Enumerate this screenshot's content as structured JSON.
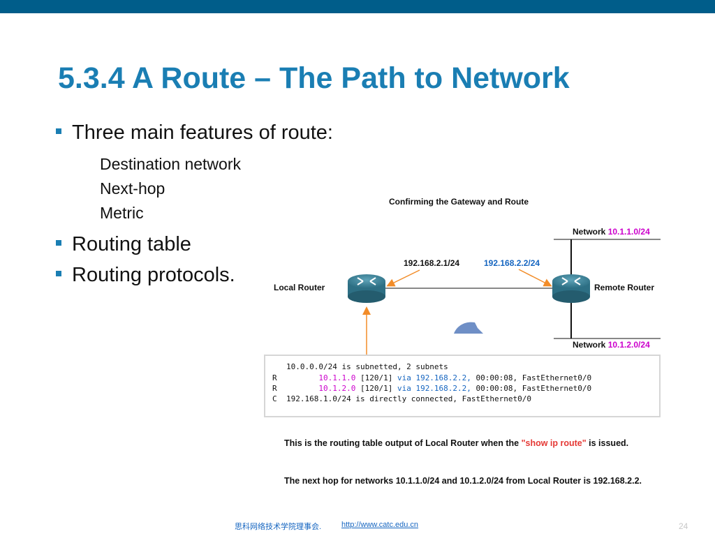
{
  "slide": {
    "title": "5.3.4 A Route – The Path to Network",
    "bullets": [
      {
        "text": "Three main features of route:",
        "subitems": [
          "Destination network",
          "Next-hop",
          "Metric"
        ]
      },
      {
        "text": "Routing table"
      },
      {
        "text": "Routing protocols."
      }
    ]
  },
  "diagram": {
    "title": "Confirming the Gateway and Route",
    "local_router": "Local Router",
    "remote_router": "Remote Router",
    "local_ip": "192.168.2.1/24",
    "remote_ip": "192.168.2.2/24",
    "network_top_label": "Network",
    "network_top_addr": "10.1.1.0/24",
    "network_bottom_label": "Network",
    "network_bottom_addr": "10.1.2.0/24"
  },
  "routing_table": {
    "header": "10.0.0.0/24 is subnetted, 2 subnets",
    "rows": [
      {
        "code": "R",
        "net": "10.1.1.0",
        "metric": "[120/1]",
        "via": "via 192.168.2.2,",
        "rest": "00:00:08, FastEthernet0/0"
      },
      {
        "code": "R",
        "net": "10.1.2.0",
        "metric": "[120/1]",
        "via": "via 192.168.2.2,",
        "rest": "00:00:08, FastEthernet0/0"
      }
    ],
    "connected": {
      "code": "C",
      "text": "192.168.1.0/24 is directly connected, FastEthernet0/0"
    }
  },
  "caption": {
    "line1_before": "This is the routing table output of Local Router when the ",
    "line1_quote": "\"show ip route\"",
    "line1_after": " is issued.",
    "line2": "The next hop for networks 10.1.1.0/24 and 10.1.2.0/24 from Local Router is 192.168.2.2."
  },
  "footer": {
    "org": "思科网络技术学院理事会.",
    "link": "http://www.catc.edu.cn",
    "page": "24"
  },
  "colors": {
    "title": "#1a7eb3",
    "top_bar": "#005d8a",
    "network_addr": "#cc00cc",
    "next_hop": "#1565c0",
    "arrow": "#f28c28",
    "quote": "#e53935"
  }
}
